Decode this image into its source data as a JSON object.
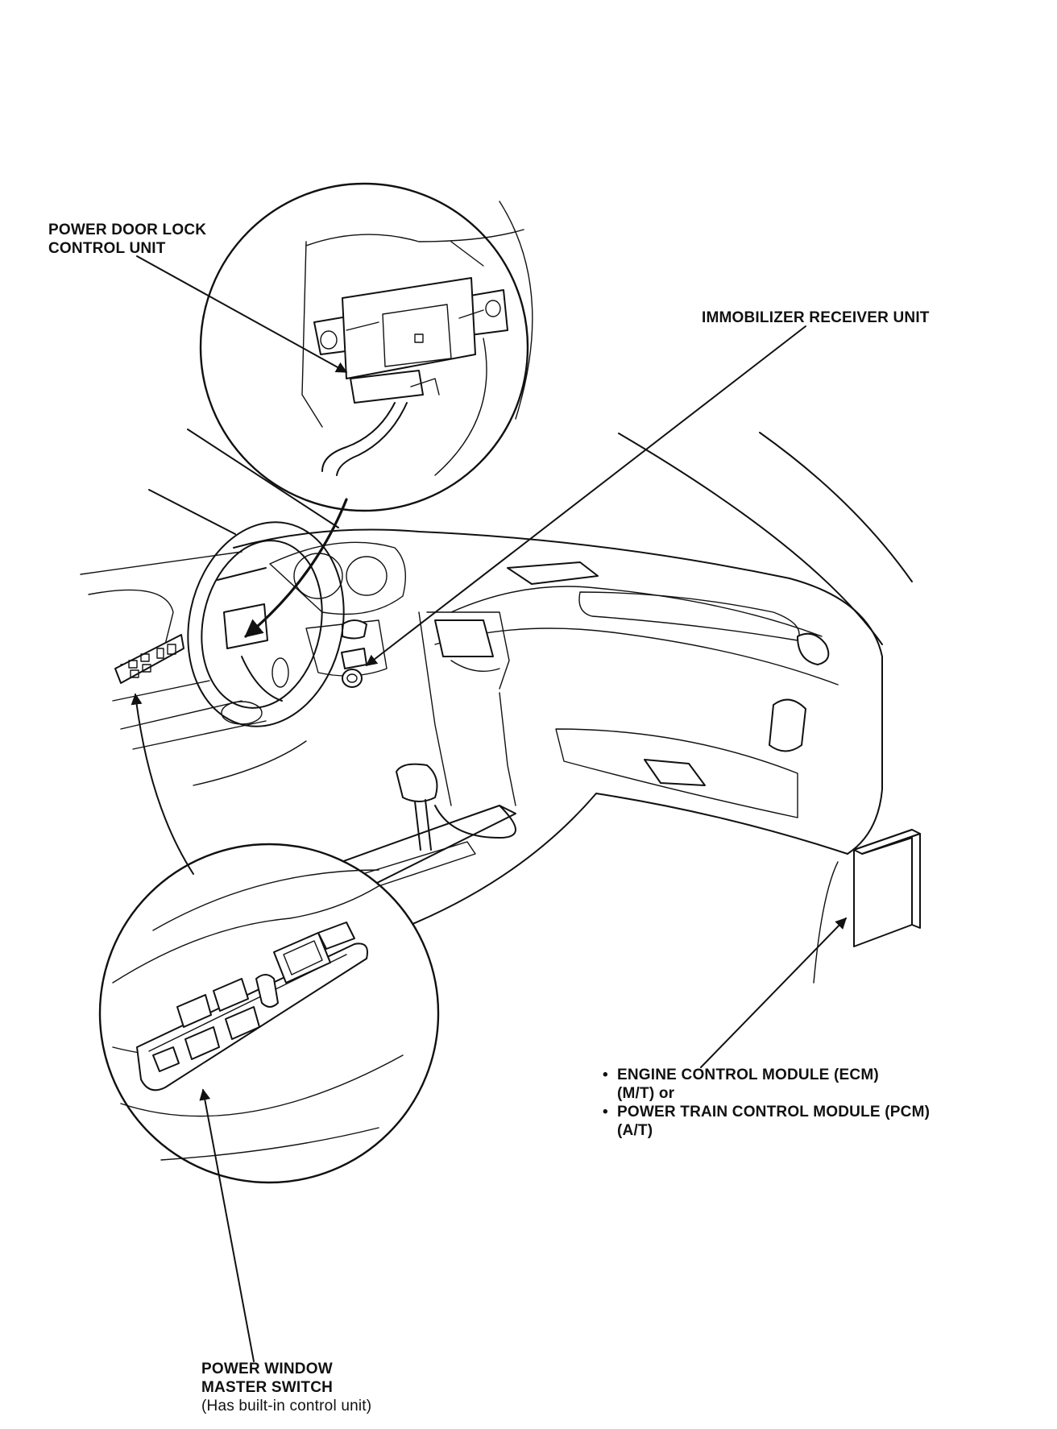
{
  "labels": {
    "door_lock": [
      "POWER DOOR LOCK",
      "CONTROL UNIT"
    ],
    "immobilizer": "IMMOBILIZER RECEIVER UNIT",
    "ecm": {
      "line1": "ENGINE CONTROL MODULE (ECM)",
      "line1_sub": "(M/T) or",
      "line2": "POWER TRAIN CONTROL MODULE (PCM)",
      "line2_sub": "(A/T)",
      "bullet": "•"
    },
    "window_switch": {
      "line1": "POWER WINDOW",
      "line2": "MASTER SWITCH",
      "note": "(Has built-in control unit)"
    }
  },
  "icons": [
    "leader-arrow",
    "detail-callout-circle",
    "dashboard-drawing",
    "control-module-box"
  ]
}
